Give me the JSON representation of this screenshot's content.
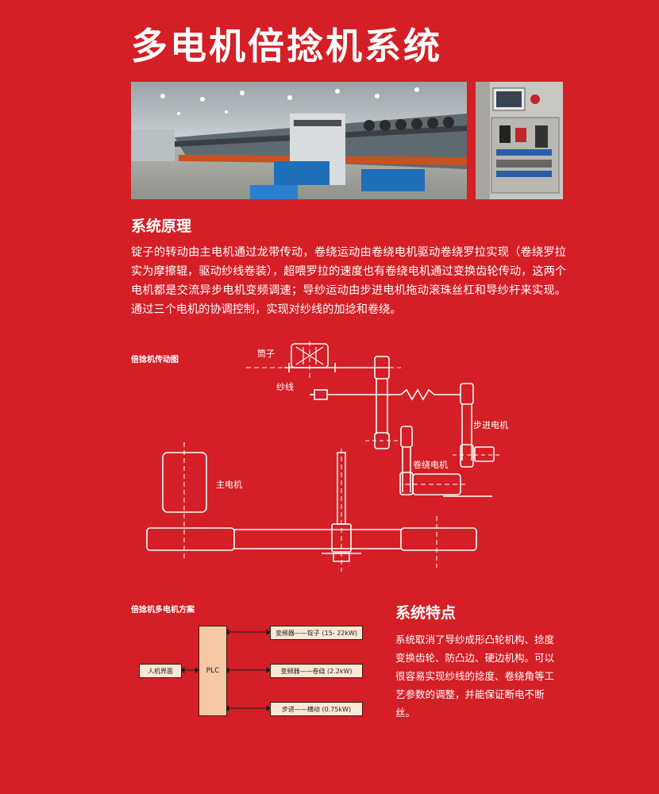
{
  "title": "多电机倍捻机系统",
  "principle": {
    "heading": "系统原理",
    "text": "锭子的转动由主电机通过龙带传动，卷绕运动由卷绕电机驱动卷绕罗拉实现（卷绕罗拉实为摩擦辊，驱动纱线卷装），超喂罗拉的速度也有卷绕电机通过变换齿轮传动，这两个电机都是交流异步电机变频调速；导纱运动由步进电机拖动滚珠丝杠和导纱杆来实现。通过三个电机的协调控制，实现对纱线的加捻和卷绕。"
  },
  "transmission_diagram": {
    "label": "倍捻机传动图",
    "bobbin": "筒子",
    "yarn": "纱线",
    "stepper_motor": "步进电机",
    "winding_motor": "卷绕电机",
    "main_motor": "主电机"
  },
  "scheme_diagram": {
    "label": "倍捻机多电机方案",
    "hmi": "人机界面",
    "plc": "PLC",
    "drives": [
      "变频器——锭子 (15- 22kW)",
      "变频器——卷绕 (2.2kW)",
      "步进——横动 (0.75kW)"
    ]
  },
  "features": {
    "heading": "系统特点",
    "text": "系统取消了导纱成形凸轮机构、捻度变换齿轮、防凸边、硬边机构。可以很容易实现纱线的捻度、卷绕角等工艺参数的调整，并能保证断电不断丝。"
  },
  "colors": {
    "background": "#d41f26",
    "text": "#ffffff",
    "box_fill": "#fbe7d6",
    "plc_fill": "#f6c9a4"
  }
}
